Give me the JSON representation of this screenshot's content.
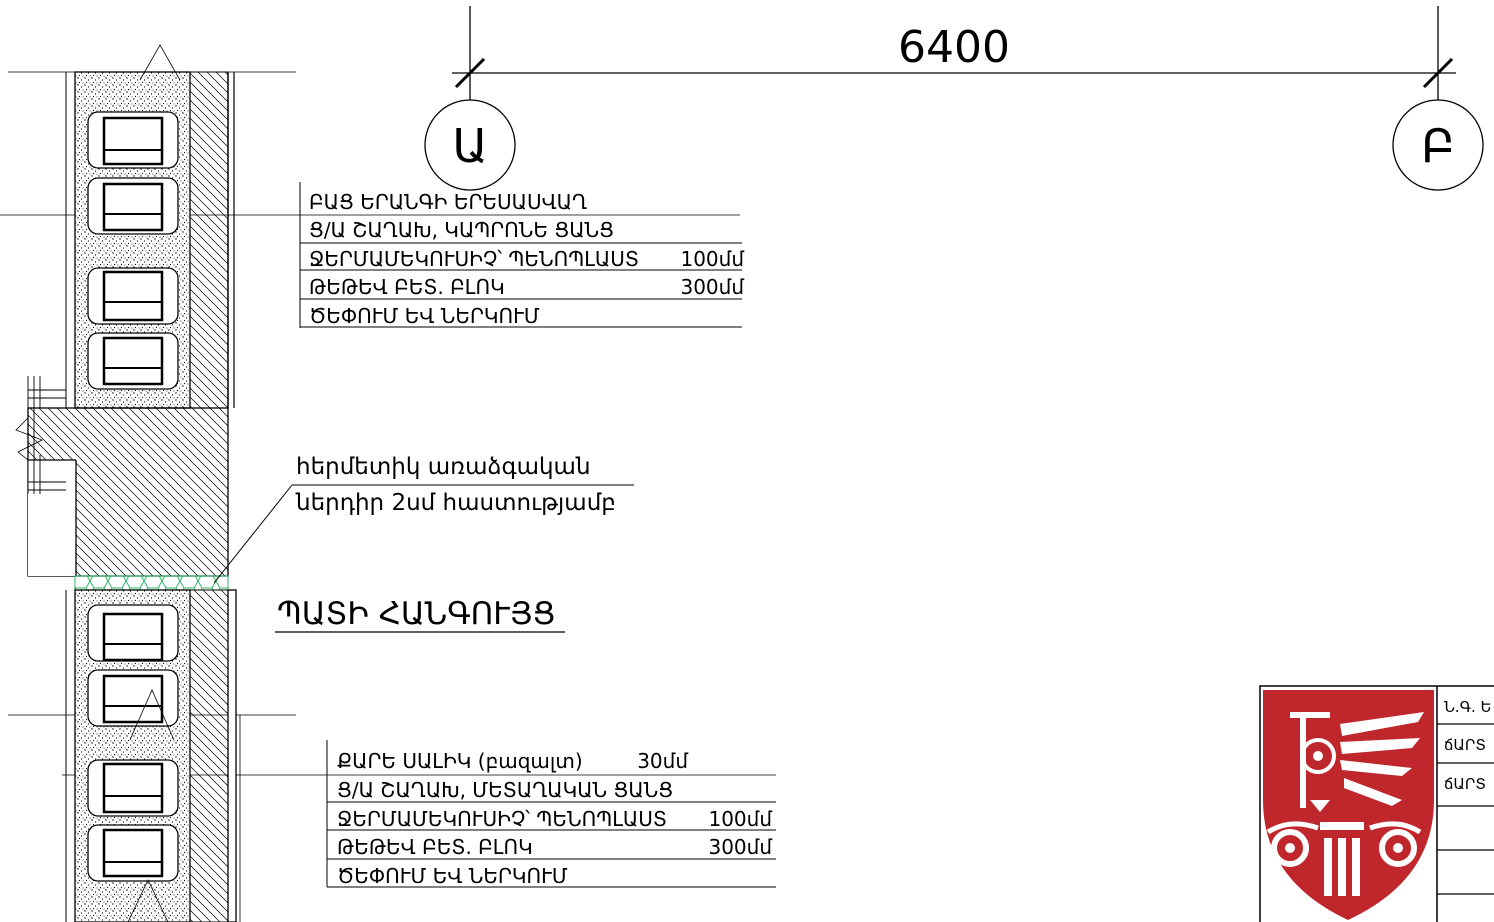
{
  "dimension": {
    "value": "6400"
  },
  "axes": {
    "left_label": "Ա",
    "right_label": "Բ"
  },
  "upper_layers": [
    {
      "name": "ԲԱՑ ԵՐԱՆԳԻ ԵՐԵՍԱՍՎԱՂ",
      "thickness": ""
    },
    {
      "name": "Ց/Ա ՇԱՂԱԽ, ԿԱՊՐՈՆԵ ՑԱՆՑ",
      "thickness": ""
    },
    {
      "name": "ՋԵՐՄԱՄԵԿՈՒՍԻՉ՝ ՊԵՆՈՊԼԱՍՏ",
      "thickness": "100մմ"
    },
    {
      "name": "ԹԵԹԵՎ ԲԵՏ. ԲԼՈԿ",
      "thickness": "300մմ"
    },
    {
      "name": "ԾԵՓՈՒՄ ԵՎ ՆԵՐԿՈՒՄ",
      "thickness": ""
    }
  ],
  "lower_layers": [
    {
      "name": "ՔԱՐԵ ՍԱԼԻԿ (բազալտ)",
      "thickness": "30մմ"
    },
    {
      "name": "Ց/Ա ՇԱՂԱԽ, ՄԵՏԱՂԱԿԱՆ ՑԱՆՑ",
      "thickness": ""
    },
    {
      "name": "ՋԵՐՄԱՄԵԿՈՒՍԻՉ՝ ՊԵՆՈՊԼԱՍՏ",
      "thickness": "100մմ"
    },
    {
      "name": "ԹԵԹԵՎ ԲԵՏ. ԲԼՈԿ",
      "thickness": "300մմ"
    },
    {
      "name": "ԾԵՓՈՒՄ ԵՎ ՆԵՐԿՈՒՄ",
      "thickness": ""
    }
  ],
  "gasket_note": {
    "line1": "հերմետիկ առաձգական",
    "line2": "ներդիր  2սմ հաստությամբ"
  },
  "section_title": "ՊԱՏԻ ՀԱՆԳՈՒՅՑ",
  "title_block": {
    "rows": [
      "Ն.Գ. Ե",
      "ճԱՐՏ",
      "ճԱՐՏ",
      "",
      "",
      ""
    ]
  },
  "colors": {
    "logo_red": "#c0272d",
    "insulation_green": "#2fb56a",
    "line": "#000000"
  }
}
